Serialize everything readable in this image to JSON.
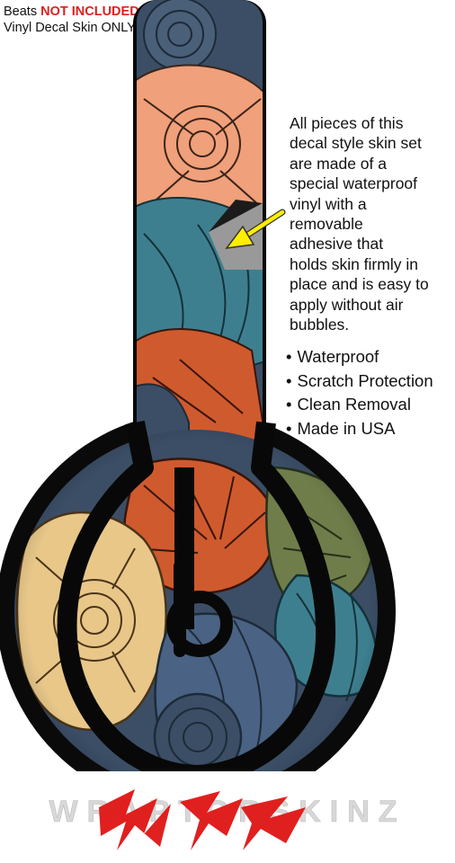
{
  "notice": {
    "line1_prefix": "Beats ",
    "line1_highlight": "NOT INCLUDED",
    "line2": "Vinyl Decal Skin ONLY"
  },
  "description": {
    "lines": [
      "All pieces of this",
      "decal style  skin set",
      "are made of a",
      "special waterproof",
      "vinyl with a",
      "removable",
      "adhesive that",
      "holds skin firmly in",
      "place and is easy to",
      "apply without air",
      "bubbles."
    ]
  },
  "features": [
    "Waterproof",
    "Scratch Protection",
    "Clean Removal",
    "Made in USA"
  ],
  "logo": {
    "text": "WRAPTORSKINZ"
  },
  "colors": {
    "navy": "#3b4e66",
    "salmon": "#f0a07a",
    "teal": "#3e7f8f",
    "rust": "#cf5a2e",
    "olive": "#6f7d4a",
    "tan": "#e8c789",
    "black": "#080808",
    "red_accent": "#e0201f",
    "arrow": "#ffee00"
  }
}
